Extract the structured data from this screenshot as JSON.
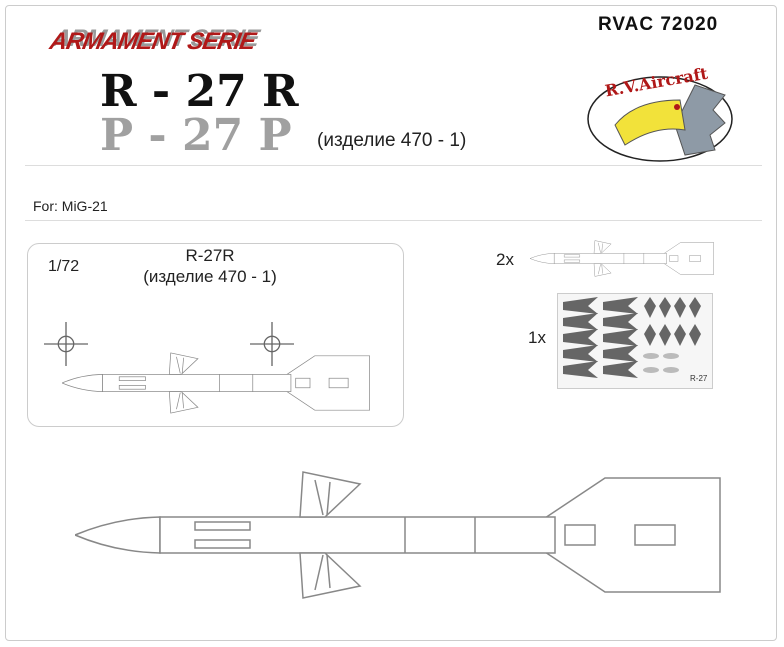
{
  "header": {
    "series": "ARMAMENT SERIE",
    "title_latin": "R - 27 R",
    "title_cyrillic": "Р - 27 Р",
    "subtitle": "(изделие 470 - 1)",
    "code": "RVAC 72020",
    "logo_text": "R.V.Aircraft"
  },
  "for_label": "For: MiG-21",
  "scale_box": {
    "scale": "1/72",
    "name": "R-27R",
    "designation": "(изделие 470 - 1)"
  },
  "parts": {
    "missile_qty": "2x",
    "sheet_qty": "1x",
    "sheet_label": "R-27"
  },
  "colors": {
    "series_red": "#b01818",
    "logo_yellow": "#f2e23a",
    "logo_grey": "#8e9aa6"
  }
}
